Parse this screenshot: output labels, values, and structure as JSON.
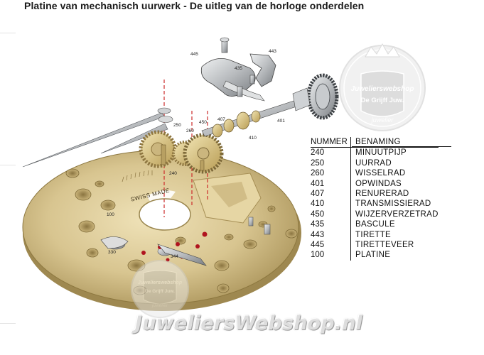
{
  "page": {
    "title": "Platine van mechanisch uurwerk - De uitleg van de horloge onderdelen"
  },
  "diagram": {
    "callouts": [
      "445",
      "443",
      "435",
      "410",
      "401",
      "407",
      "450",
      "260",
      "250",
      "240",
      "100",
      "330",
      "344"
    ],
    "dial_text": "SWISS MADE",
    "colors": {
      "plate_brass": "#d8c590",
      "plate_shadow": "#a68f55",
      "steel": "#b9bcbf",
      "jewel_red": "#b0141f",
      "guide_line": "#cc2a2a"
    }
  },
  "table": {
    "headers": [
      "NUMMER",
      "BENAMING"
    ],
    "rows": [
      {
        "nummer": "240",
        "benaming": "MINUUTPIJP"
      },
      {
        "nummer": "250",
        "benaming": "UURRAD"
      },
      {
        "nummer": "260",
        "benaming": "WISSELRAD"
      },
      {
        "nummer": "401",
        "benaming": "OPWINDAS"
      },
      {
        "nummer": "407",
        "benaming": "RENURERAD"
      },
      {
        "nummer": "410",
        "benaming": "TRANSMISSIERAD"
      },
      {
        "nummer": "450",
        "benaming": "WIJZERVERZETRAD"
      },
      {
        "nummer": "435",
        "benaming": "BASCULE"
      },
      {
        "nummer": "443",
        "benaming": "TIRETTE"
      },
      {
        "nummer": "445",
        "benaming": "TIRETTEVEER"
      },
      {
        "nummer": "100",
        "benaming": "PLATINE"
      }
    ]
  },
  "watermarks": {
    "seal_top": {
      "line1": "Juwelierswebshop",
      "line2": "De Grijff Juw.",
      "line3": "juwelier"
    },
    "seal_bottom": {
      "line1": "Juwelierswebshop",
      "line2": "De Grijff Juw.",
      "line3": "juwelier"
    },
    "wordmark": "JuweliersWebshop.nl"
  }
}
